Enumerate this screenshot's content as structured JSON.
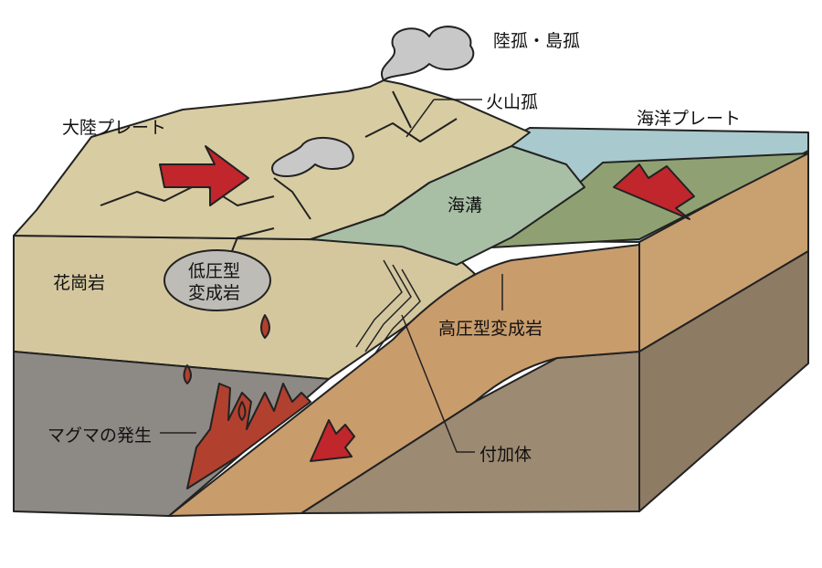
{
  "labels": {
    "arc": "陸孤・島孤",
    "volcanic_arc": "火山孤",
    "continental_plate": "大陸プレート",
    "oceanic_plate": "海洋プレート",
    "trench": "海溝",
    "granite": "花崗岩",
    "low_pressure_1": "低圧型",
    "low_pressure_2": "変成岩",
    "high_pressure": "高圧型変成岩",
    "magma": "マグマの発生",
    "accretion": "付加体"
  },
  "colors": {
    "land": "#d8cca2",
    "crust": "#d4c79e",
    "mantle": "#8d8984",
    "slab": "#c99c6c",
    "deep": "#9c8a72",
    "sea": "#a8c9cd",
    "ocean_floor": "#8fa172",
    "arrow": "#c0262b",
    "magma": "#b2402e"
  }
}
